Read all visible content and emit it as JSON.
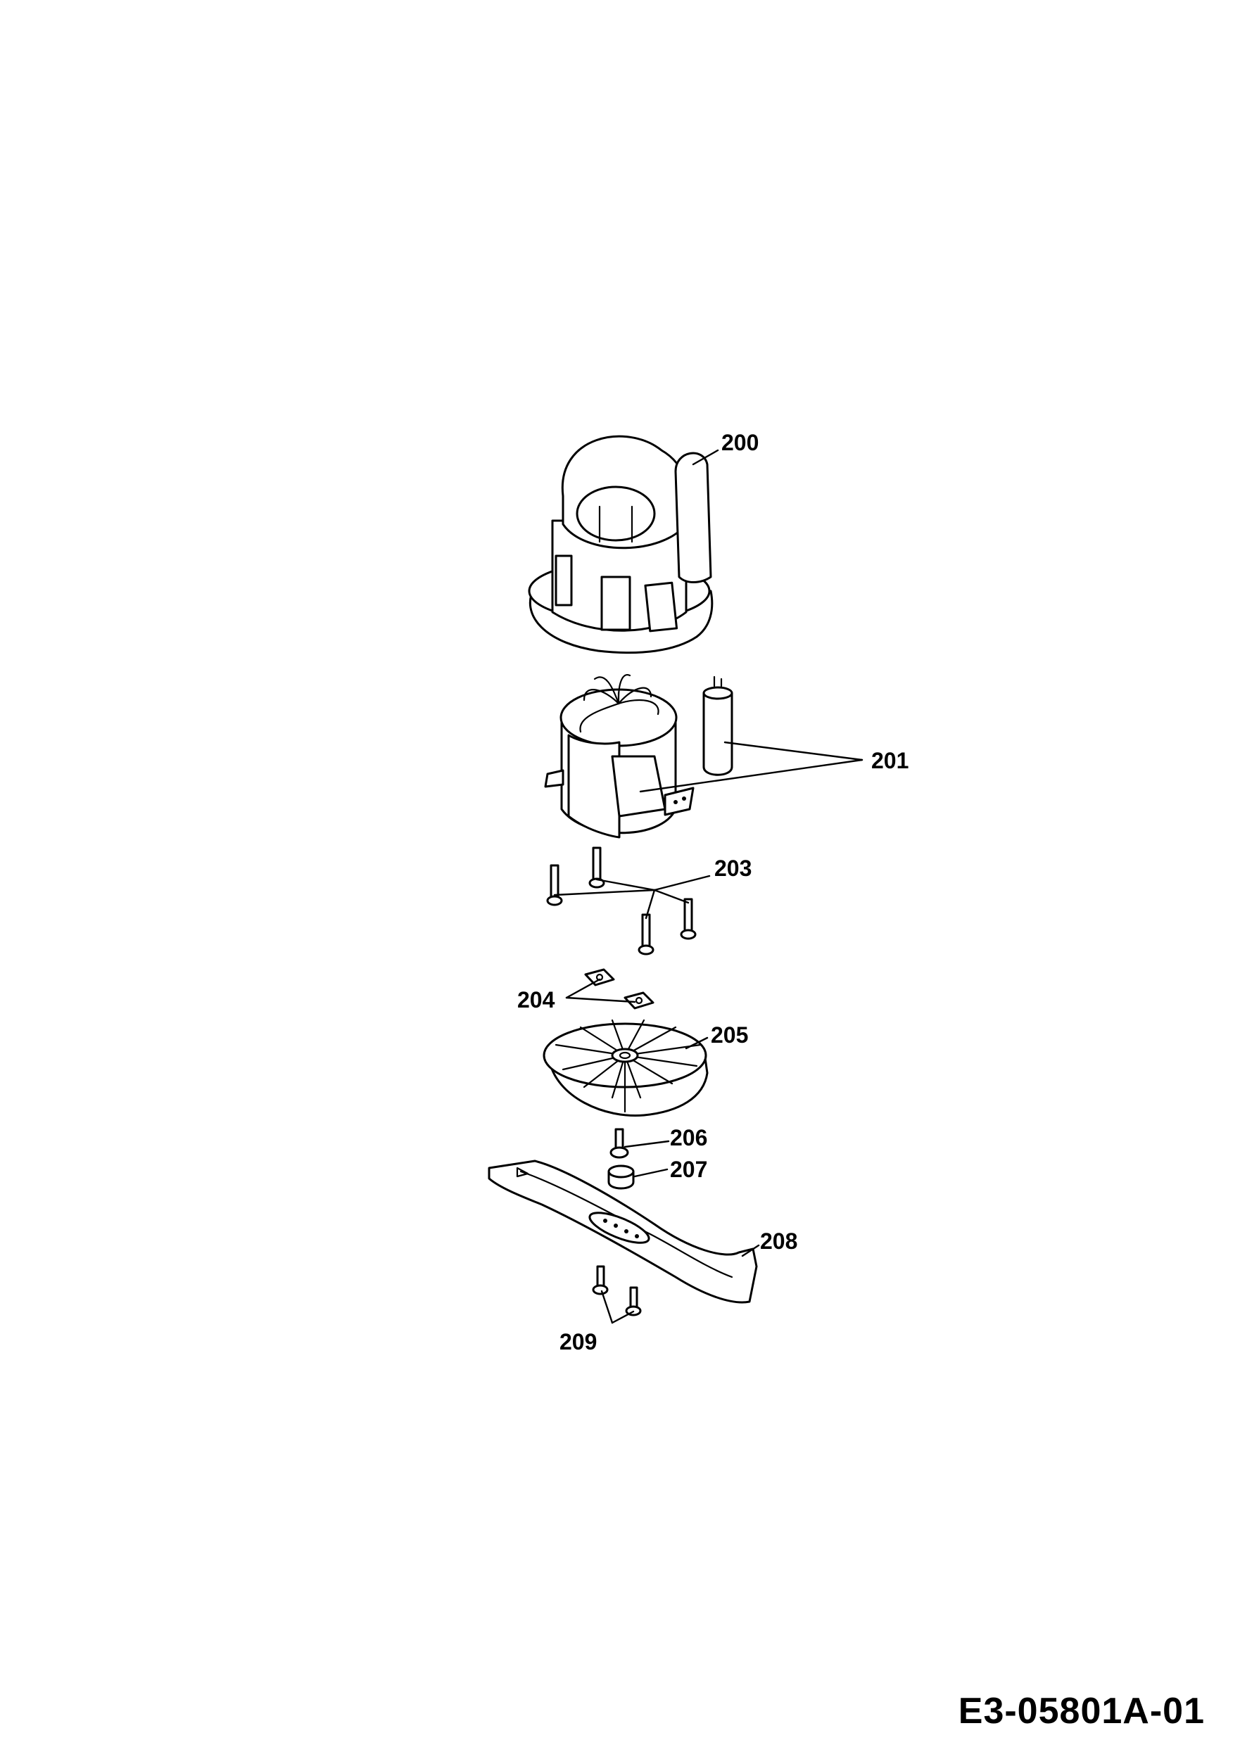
{
  "drawing_number": "E3-05801A-01",
  "parts": [
    {
      "key": "motor_housing",
      "number": "200"
    },
    {
      "key": "motor_and_capacitor",
      "number": "201"
    },
    {
      "key": "motor_screws",
      "number": "203"
    },
    {
      "key": "nuts",
      "number": "204"
    },
    {
      "key": "fan",
      "number": "205"
    },
    {
      "key": "blade_screw",
      "number": "206"
    },
    {
      "key": "spacer",
      "number": "207"
    },
    {
      "key": "blade",
      "number": "208"
    },
    {
      "key": "blade_screws",
      "number": "209"
    }
  ],
  "colors": {
    "line": "#000000",
    "background": "#ffffff"
  }
}
